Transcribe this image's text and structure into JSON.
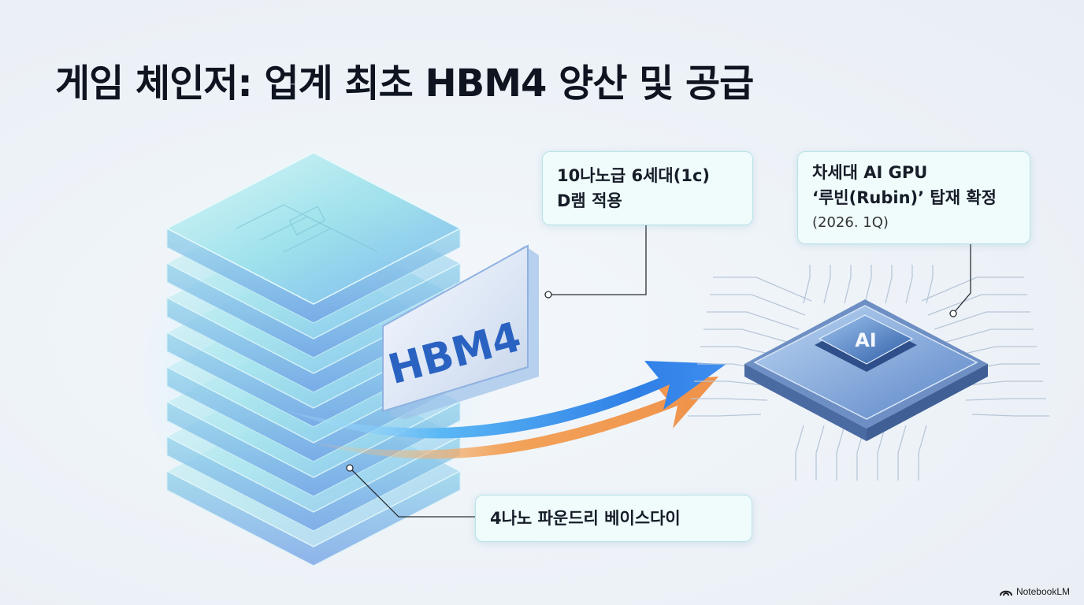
{
  "title": "게임 체인저: 업계 최초 HBM4 양산 및 공급",
  "stack_label": "HBM4",
  "chip_label": "AI",
  "callouts": {
    "process": {
      "line1": "10나노급 6세대(1c)",
      "line2": "D램 적용"
    },
    "gpu": {
      "line1": "차세대 AI GPU",
      "line2": "‘루빈(Rubin)’ 탑재 확정",
      "line3": "(2026. 1Q)"
    },
    "base_die": {
      "line1": "4나노 파운드리 베이스다이"
    }
  },
  "brand": {
    "name": "NotebookLM",
    "icon": "notebooklm-logo-icon"
  },
  "colors": {
    "accent_cyan": "#7fe0ea",
    "accent_blue": "#2f7fe6",
    "arrow_orange": "#f2a25a",
    "text": "#0e1420"
  }
}
